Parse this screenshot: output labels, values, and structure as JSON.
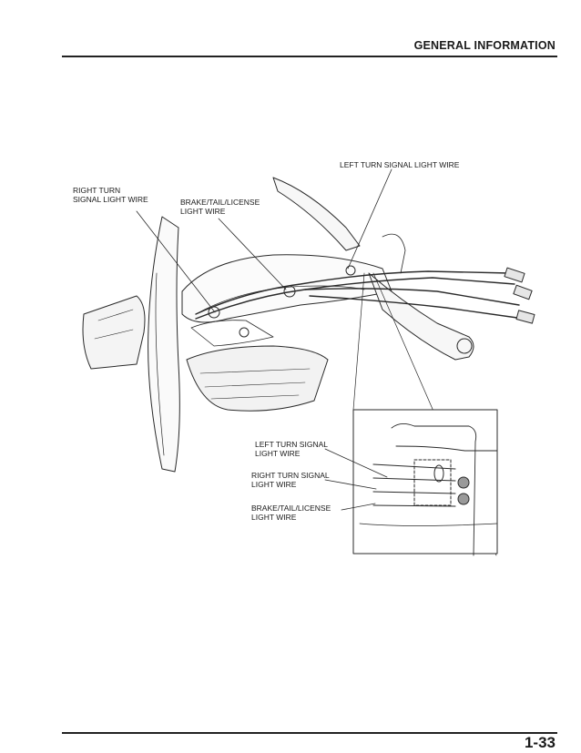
{
  "header": {
    "section_title": "GENERAL INFORMATION"
  },
  "diagram": {
    "labels": {
      "left_turn_main": "LEFT TURN SIGNAL LIGHT WIRE",
      "right_turn_line1": "RIGHT TURN",
      "right_turn_line2": "SIGNAL LIGHT WIRE",
      "brake_line1": "BRAKE/TAIL/LICENSE",
      "brake_line2": "LIGHT WIRE",
      "inset_left_line1": "LEFT TURN SIGNAL",
      "inset_left_line2": "LIGHT WIRE",
      "inset_right_line1": "RIGHT TURN SIGNAL",
      "inset_right_line2": "LIGHT WIRE",
      "inset_brake_line1": "BRAKE/TAIL/LICENSE",
      "inset_brake_line2": "LIGHT WIRE"
    }
  },
  "footer": {
    "page_number": "1-33"
  }
}
